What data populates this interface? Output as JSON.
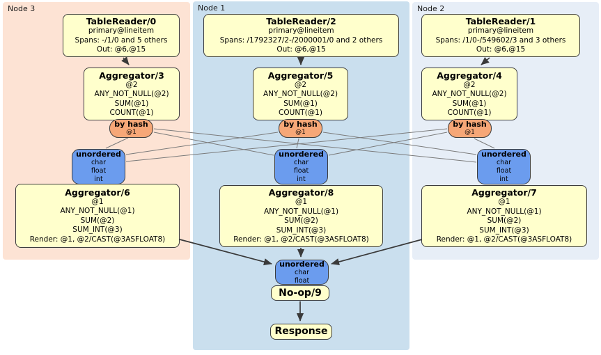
{
  "regions": {
    "node3": {
      "label": "Node 3"
    },
    "node1": {
      "label": "Node 1"
    },
    "node2": {
      "label": "Node 2"
    }
  },
  "processors": {
    "tr0": {
      "title": "TableReader/0",
      "lines": [
        "primary@lineitem",
        "Spans: -/1/0 and 5 others",
        "Out: @6,@15"
      ]
    },
    "tr2": {
      "title": "TableReader/2",
      "lines": [
        "primary@lineitem",
        "Spans: /1792327/2-/2000001/0 and 2 others",
        "Out: @6,@15"
      ]
    },
    "tr1": {
      "title": "TableReader/1",
      "lines": [
        "primary@lineitem",
        "Spans: /1/0-/549602/3 and 3 others",
        "Out: @6,@15"
      ]
    },
    "agg3": {
      "title": "Aggregator/3",
      "lines": [
        "@2",
        "ANY_NOT_NULL(@2)",
        "SUM(@1)",
        "COUNT(@1)"
      ]
    },
    "agg5": {
      "title": "Aggregator/5",
      "lines": [
        "@2",
        "ANY_NOT_NULL(@2)",
        "SUM(@1)",
        "COUNT(@1)"
      ]
    },
    "agg4": {
      "title": "Aggregator/4",
      "lines": [
        "@2",
        "ANY_NOT_NULL(@2)",
        "SUM(@1)",
        "COUNT(@1)"
      ]
    },
    "agg6": {
      "title": "Aggregator/6",
      "lines": [
        "@1",
        "ANY_NOT_NULL(@1)",
        "SUM(@2)",
        "SUM_INT(@3)",
        "Render: @1, @2/CAST(@3ASFLOAT8)"
      ]
    },
    "agg8": {
      "title": "Aggregator/8",
      "lines": [
        "@1",
        "ANY_NOT_NULL(@1)",
        "SUM(@2)",
        "SUM_INT(@3)",
        "Render: @1, @2/CAST(@3ASFLOAT8)"
      ]
    },
    "agg7": {
      "title": "Aggregator/7",
      "lines": [
        "@1",
        "ANY_NOT_NULL(@1)",
        "SUM(@2)",
        "SUM_INT(@3)",
        "Render: @1, @2/CAST(@3ASFLOAT8)"
      ]
    },
    "noop": {
      "title": "No-op/9"
    },
    "response": {
      "title": "Response"
    }
  },
  "routers": {
    "byhash3": {
      "title": "by hash",
      "lines": [
        "@1"
      ]
    },
    "byhash5": {
      "title": "by hash",
      "lines": [
        "@1"
      ]
    },
    "byhash4": {
      "title": "by hash",
      "lines": [
        "@1"
      ]
    }
  },
  "syncs": {
    "un3": {
      "title": "unordered",
      "lines": [
        "char",
        "float",
        "int"
      ]
    },
    "un8": {
      "title": "unordered",
      "lines": [
        "char",
        "float",
        "int"
      ]
    },
    "un7": {
      "title": "unordered",
      "lines": [
        "char",
        "float",
        "int"
      ]
    },
    "unFinal": {
      "title": "unordered",
      "lines": [
        "char",
        "float"
      ]
    }
  },
  "colors": {
    "node3_bg": "#fde3d4",
    "node1_bg": "#cadfee",
    "node2_bg": "#e7eef7",
    "processor_fill": "#ffffcc",
    "router_fill": "#f6a777",
    "sync_fill": "#6b9cee",
    "edge_main": "#3a3a3a",
    "edge_thin": "#7a7a7a",
    "border": "#3c3c3c"
  }
}
